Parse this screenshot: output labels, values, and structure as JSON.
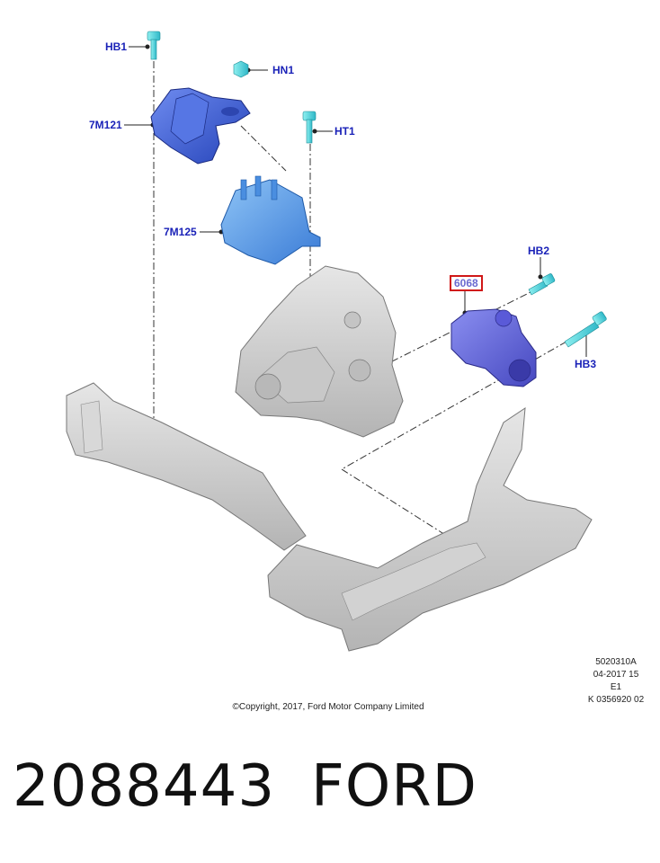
{
  "diagram": {
    "callouts": {
      "hb1": "HB1",
      "hn1": "HN1",
      "m121": "7M121",
      "ht1": "HT1",
      "m125": "7M125",
      "hb2": "HB2",
      "p6068": "6068",
      "hb3": "HB3"
    },
    "reference_block": [
      "5020310A",
      "04-2017 15",
      "E1",
      "K 0356920 02"
    ],
    "copyright": "©Copyright, 2017, Ford Motor Company Limited"
  },
  "footer": {
    "part_number": "2088443",
    "brand": "FORD"
  },
  "colors": {
    "callout_text": "#1a22b8",
    "highlight_box": "#d01818",
    "mount_blue": "#3a5fd8",
    "mount_light_blue": "#4a90e6",
    "fastener_teal": "#4fd0d8",
    "metal_grey": "#cfcfcf"
  }
}
